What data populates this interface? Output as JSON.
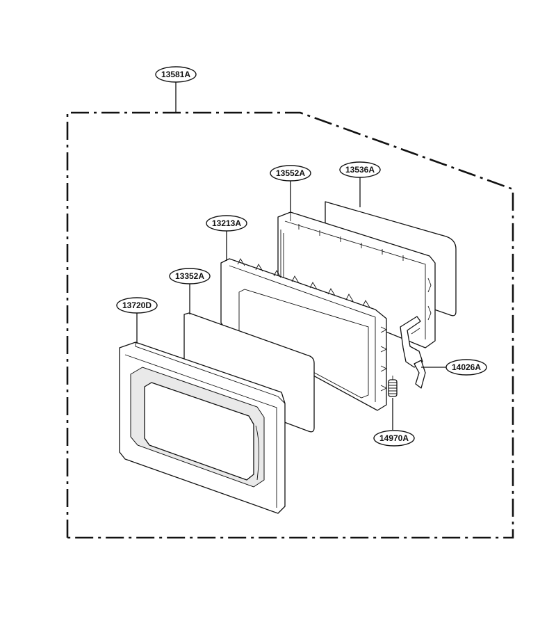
{
  "callouts": {
    "assembly": "13581A",
    "frame": "13552A",
    "outer_glass": "13536A",
    "choke": "13213A",
    "screen": "13352A",
    "door_frame": "13720D",
    "latch": "14026A",
    "spring": "14970A"
  }
}
